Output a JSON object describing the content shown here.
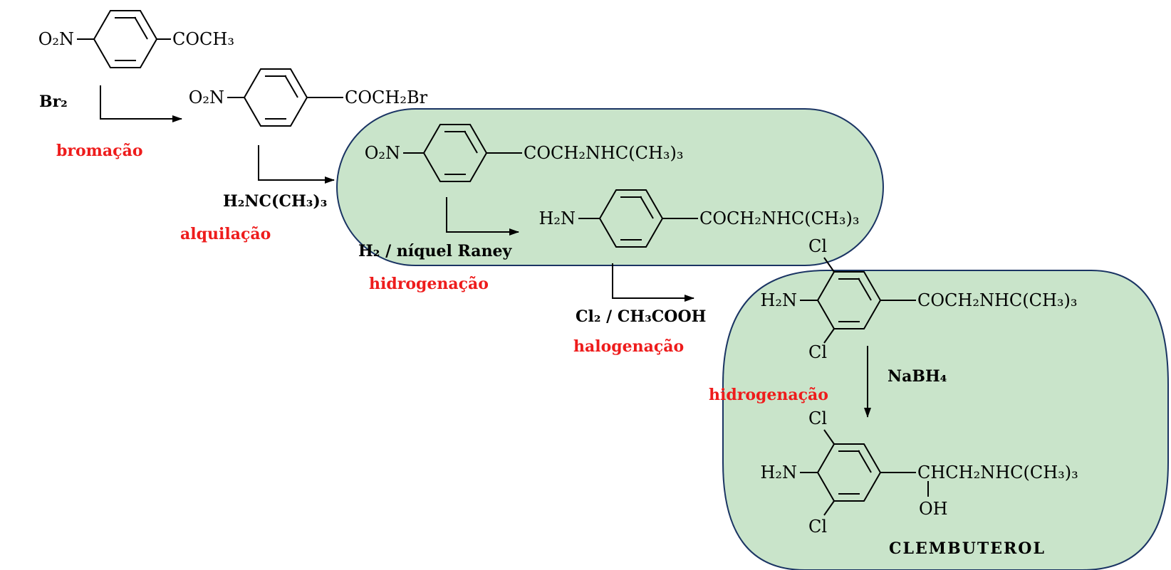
{
  "colors": {
    "highlight_fill": "#c9e4ca",
    "highlight_stroke": "#1a3463",
    "reaction_label": "#ee1c1c"
  },
  "compounds": {
    "c1": {
      "left": "O₂N",
      "right": "COCH₃"
    },
    "c2": {
      "left": "O₂N",
      "right": "COCH₂Br"
    },
    "c3": {
      "left": "O₂N",
      "right": "COCH₂NHC(CH₃)₃"
    },
    "c4": {
      "left": "H₂N",
      "right": "COCH₂NHC(CH₃)₃"
    },
    "c5": {
      "left": "H₂N",
      "right": "COCH₂NHC(CH₃)₃",
      "cl_top": "Cl",
      "cl_bottom": "Cl"
    },
    "c6": {
      "left": "H₂N",
      "right": "CHCH₂NHC(CH₃)₃",
      "oh": "OH",
      "cl_top": "Cl",
      "cl_bottom": "Cl",
      "name": "CLEMBUTEROL"
    }
  },
  "steps": [
    {
      "reagent": "Br₂",
      "reaction": "bromação"
    },
    {
      "reagent": "H₂NC(CH₃)₃",
      "reaction": "alquilação"
    },
    {
      "reagent": "H₂ / níquel Raney",
      "reaction": "hidrogenação"
    },
    {
      "reagent": "Cl₂ / CH₃COOH",
      "reaction": "halogenação"
    },
    {
      "reagent": "NaBH₄",
      "reaction": "hidrogenação"
    }
  ]
}
